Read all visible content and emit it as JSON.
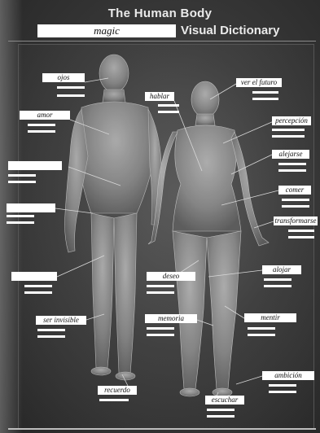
{
  "header": {
    "title": "The Human Body",
    "magic_word": "magic",
    "subtitle": "Visual Dictionary"
  },
  "labels": {
    "ojos": "ojos",
    "amor": "amor",
    "tiempo": "",
    "sexo": "",
    "dinero": "",
    "ser_invisible": "ser invisible",
    "hablar": "hablar",
    "deseo": "deseo",
    "memoria": "memoria",
    "recuerdo": "recuerdo",
    "ver_el_futuro": "ver el futuro",
    "percepcion": "percepción",
    "alejarse": "alejarse",
    "comer": "comer",
    "transformarse": "transformarse",
    "alojar": "alojar",
    "mentir": "mentir",
    "ambicion": "ambición",
    "escuchar": "escuchar"
  },
  "colors": {
    "background": "#2b2b2b",
    "figure": "#9a9a9a",
    "label_bg": "#ffffff",
    "title": "#eaeaea"
  }
}
